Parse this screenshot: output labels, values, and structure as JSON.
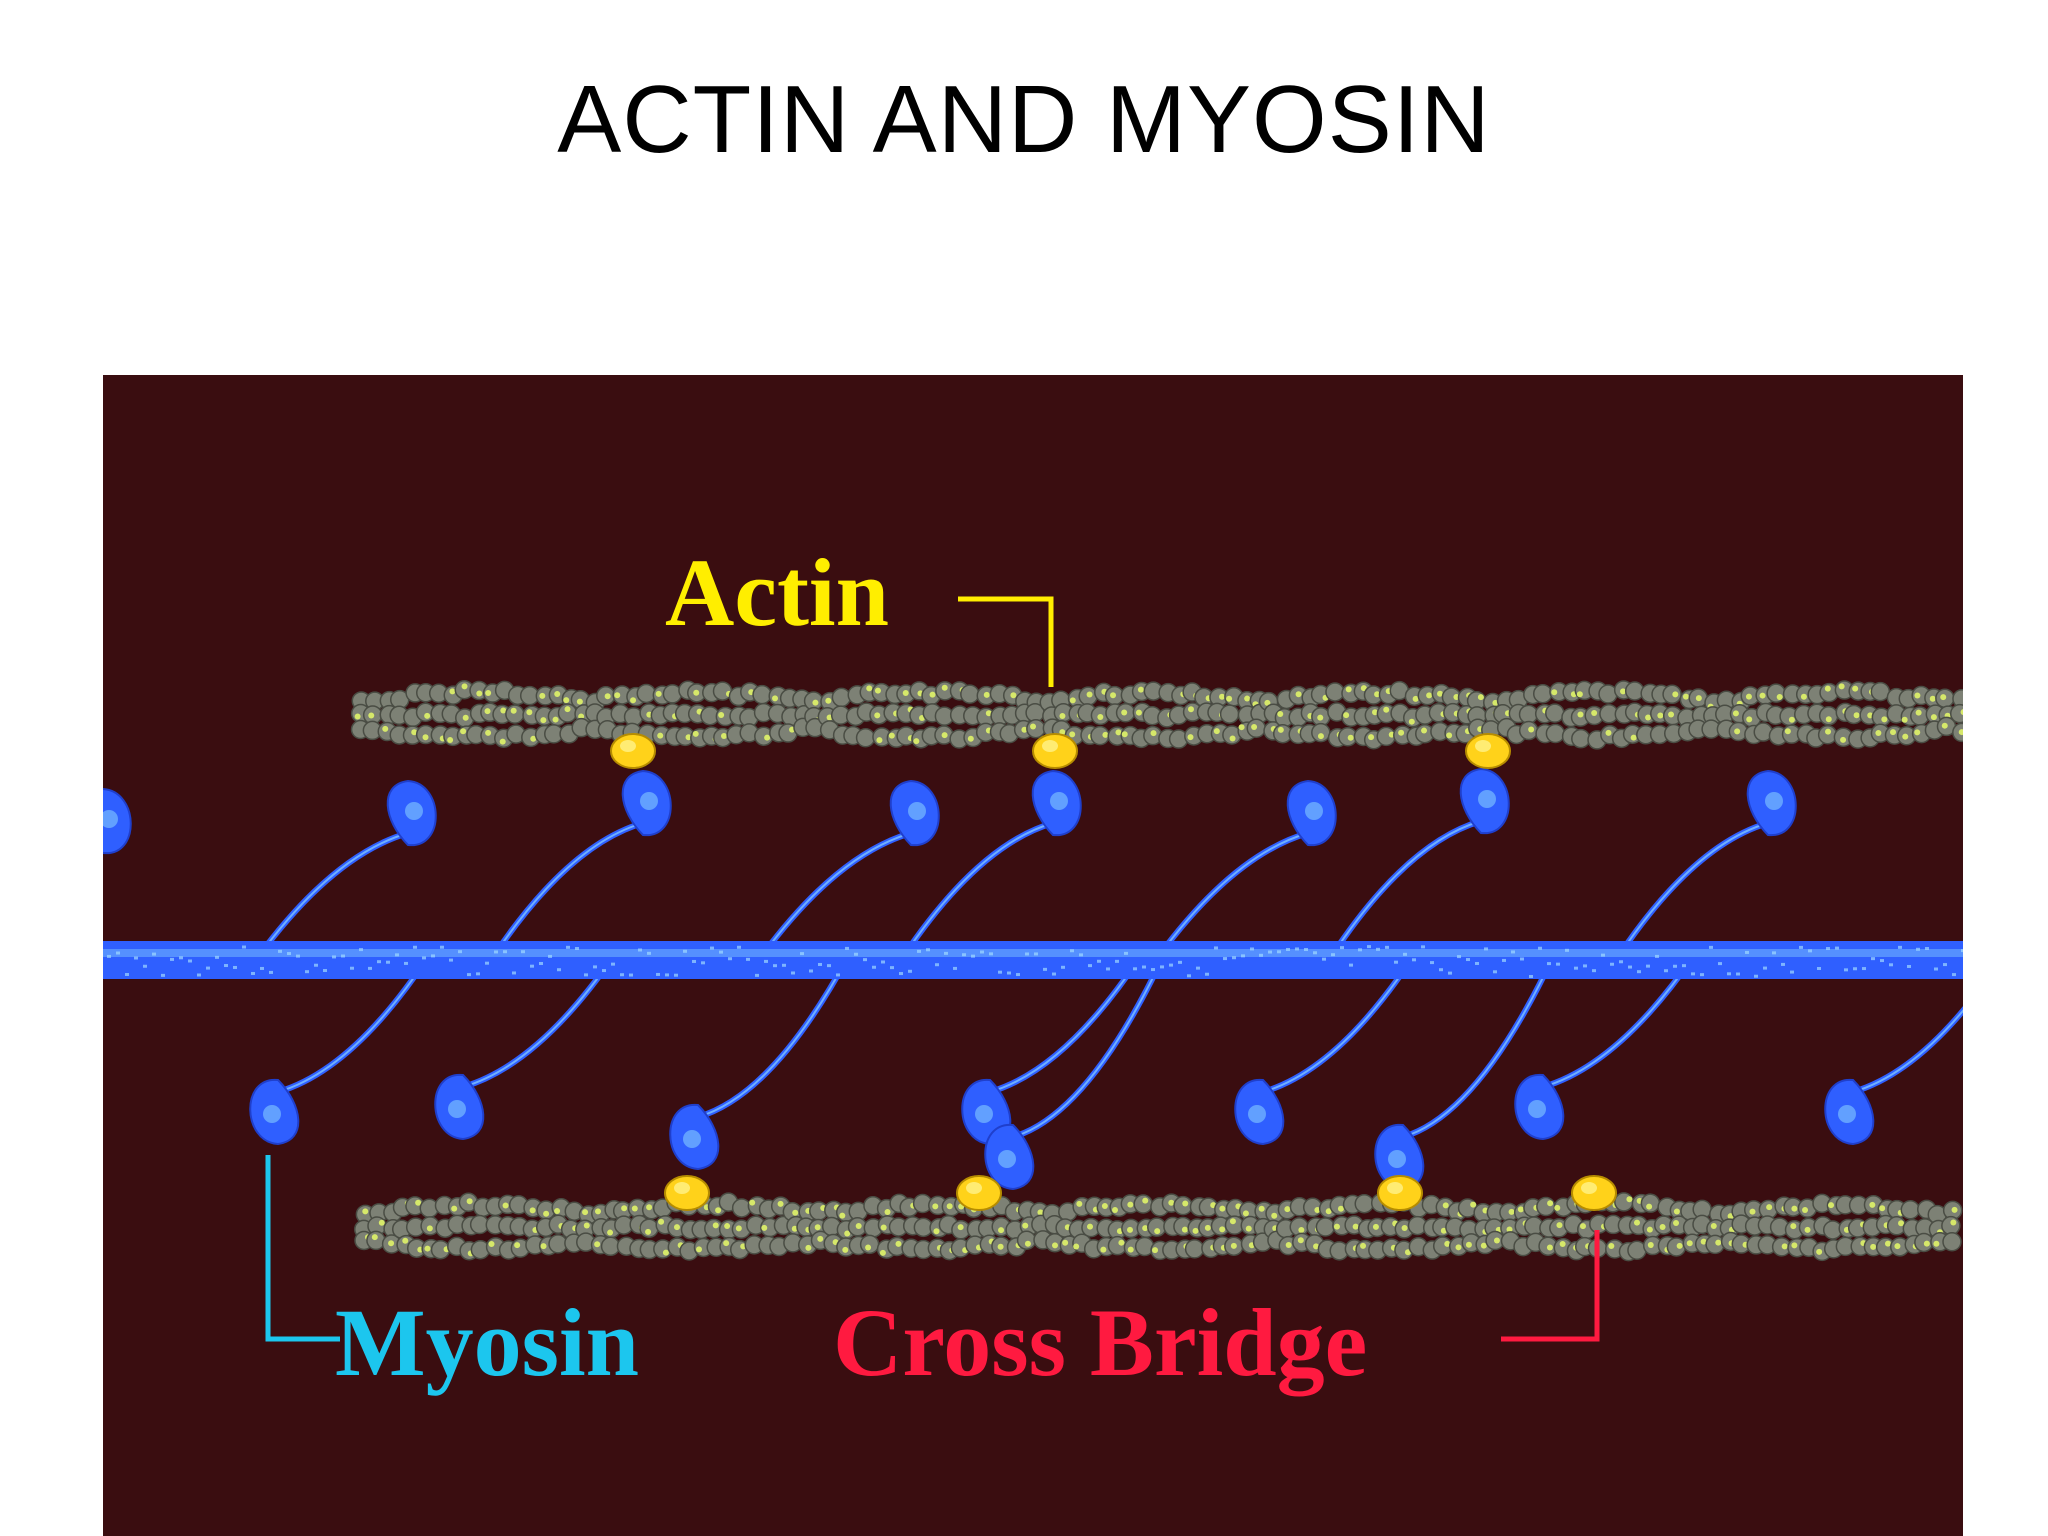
{
  "slide": {
    "title": "ACTIN AND MYOSIN"
  },
  "diagram": {
    "background_color": "#3a0d10",
    "labels": {
      "actin": {
        "text": "Actin",
        "color": "#ffee00"
      },
      "myosin": {
        "text": "Myosin",
        "color": "#1cc6ee"
      },
      "cross_bridge": {
        "text": "Cross Bridge",
        "color": "#ff1a40"
      }
    },
    "colors": {
      "actin_bead": "#7d8175",
      "actin_dot": "#d6e86a",
      "myosin": "#2f5fff",
      "myosin_light": "#6fb0ff",
      "binding_site": "#ffd21a"
    }
  }
}
